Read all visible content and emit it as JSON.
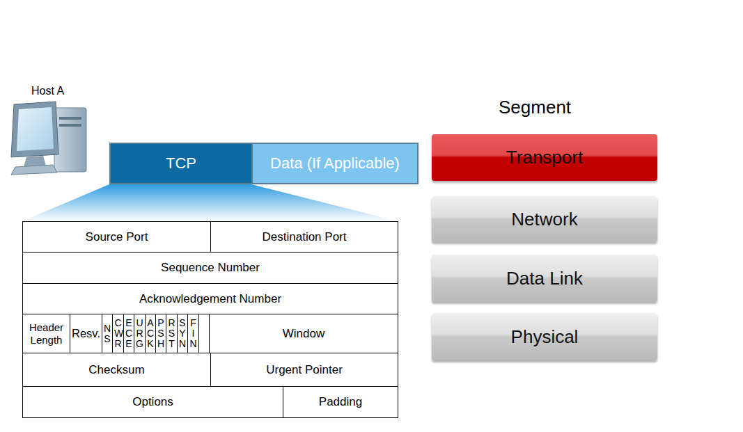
{
  "diagram": {
    "nodes": [
      {
        "text": [
          "TCP"
        ]
      },
      {
        "text": [
          "Data (If Applicable)"
        ]
      },
      {
        "text": [
          "Source Port"
        ]
      },
      {
        "text": [
          "Destination Port"
        ]
      },
      {
        "text": [
          "Sequence Number"
        ]
      },
      {
        "text": [
          "Acknowledgement Number"
        ]
      },
      {
        "text": [
          "Header Length"
        ]
      },
      {
        "text": [
          "Resv."
        ]
      },
      {
        "text": [
          "NS"
        ]
      },
      {
        "text": [
          "CWR"
        ]
      },
      {
        "text": [
          "ECE"
        ]
      },
      {
        "text": [
          "URG"
        ]
      },
      {
        "text": [
          "ACK"
        ]
      },
      {
        "text": [
          "PSH"
        ]
      },
      {
        "text": [
          "RST"
        ]
      },
      {
        "text": [
          "SYN"
        ]
      },
      {
        "text": [
          "FIN"
        ]
      },
      {
        "text": [
          "Window"
        ]
      },
      {
        "text": [
          "Checksum"
        ]
      },
      {
        "text": [
          "Urgent Pointer"
        ]
      },
      {
        "text": [
          "Options"
        ]
      },
      {
        "text": [
          "Padding"
        ]
      },
      {
        "text": [
          "Transport"
        ]
      },
      {
        "text": [
          "Network"
        ]
      },
      {
        "text": [
          "Data Link"
        ]
      },
      {
        "text": [
          "Physical"
        ]
      }
    ],
    "labels": [
      "Host A",
      "Segment"
    ]
  }
}
